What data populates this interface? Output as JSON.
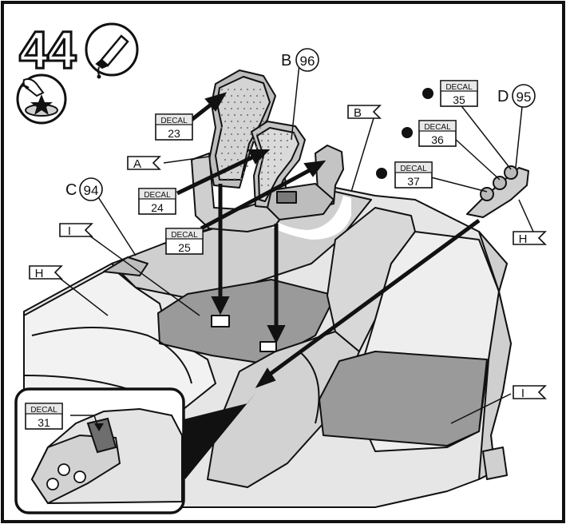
{
  "step": {
    "number": "44"
  },
  "icons": {
    "glue": "glue-tube-icon",
    "part": "pressing-hand-icon"
  },
  "parts": [
    {
      "letter": "B",
      "number": "96"
    },
    {
      "letter": "C",
      "number": "94"
    },
    {
      "letter": "D",
      "number": "95"
    }
  ],
  "flags": [
    "A",
    "B",
    "H",
    "I",
    "H",
    "I"
  ],
  "decals": {
    "header": "DECAL",
    "items": [
      "23",
      "24",
      "25",
      "35",
      "36",
      "37",
      "31"
    ]
  },
  "colors": {
    "ink": "#111111",
    "dark_fill": "#9a9a9a",
    "light_fill": "#dcdcdc",
    "paper": "#ffffff"
  }
}
